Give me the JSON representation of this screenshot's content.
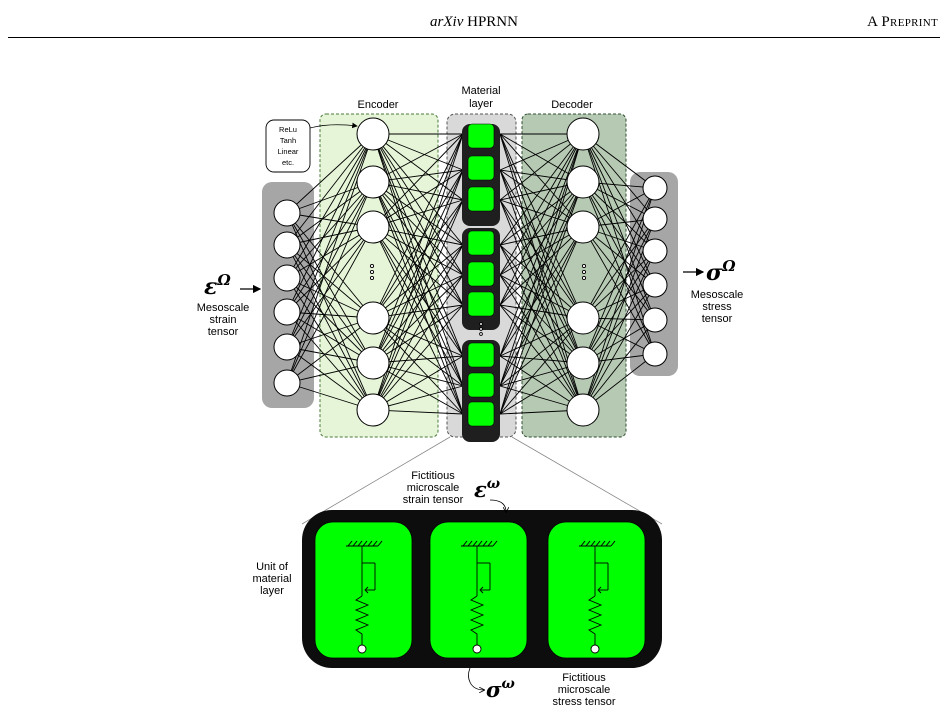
{
  "header": {
    "title_italic": "arXiv",
    "title_rest": " HPRNN",
    "right": "A Preprint"
  },
  "figure": {
    "activation_note": [
      "ReLu",
      "Tanh",
      "Linear",
      "etc."
    ],
    "encoder_label": "Encoder",
    "material_label": [
      "Material",
      "layer"
    ],
    "decoder_label": "Decoder",
    "input_symbol": "ε",
    "input_superscript": "Ω",
    "input_label": [
      "Mesoscale",
      "strain",
      "tensor"
    ],
    "output_symbol": "σ",
    "output_superscript": "Ω",
    "output_label": [
      "Mesoscale",
      "stress",
      "tensor"
    ],
    "micro_strain_label": [
      "Fictitious",
      "microscale",
      "strain tensor"
    ],
    "micro_strain_symbol": "ε",
    "micro_strain_superscript": "ω",
    "micro_stress_symbol": "σ",
    "micro_stress_superscript": "ω",
    "micro_stress_label": [
      "Fictitious",
      "microscale",
      "stress tensor"
    ],
    "unit_label": [
      "Unit of",
      "material",
      "layer"
    ],
    "colors": {
      "gray_panel": "#a6a6a6",
      "encoder_fill": "#e6f5d8",
      "decoder_fill": "#b6c9b3",
      "material_bg": "#d9d9d9",
      "unit_green": "#00ff00",
      "unit_border": "#1f1f1f"
    },
    "icons": [
      "ellipsis-vertical-icon",
      "spring-dashpot-icon",
      "fixed-support-icon"
    ]
  }
}
